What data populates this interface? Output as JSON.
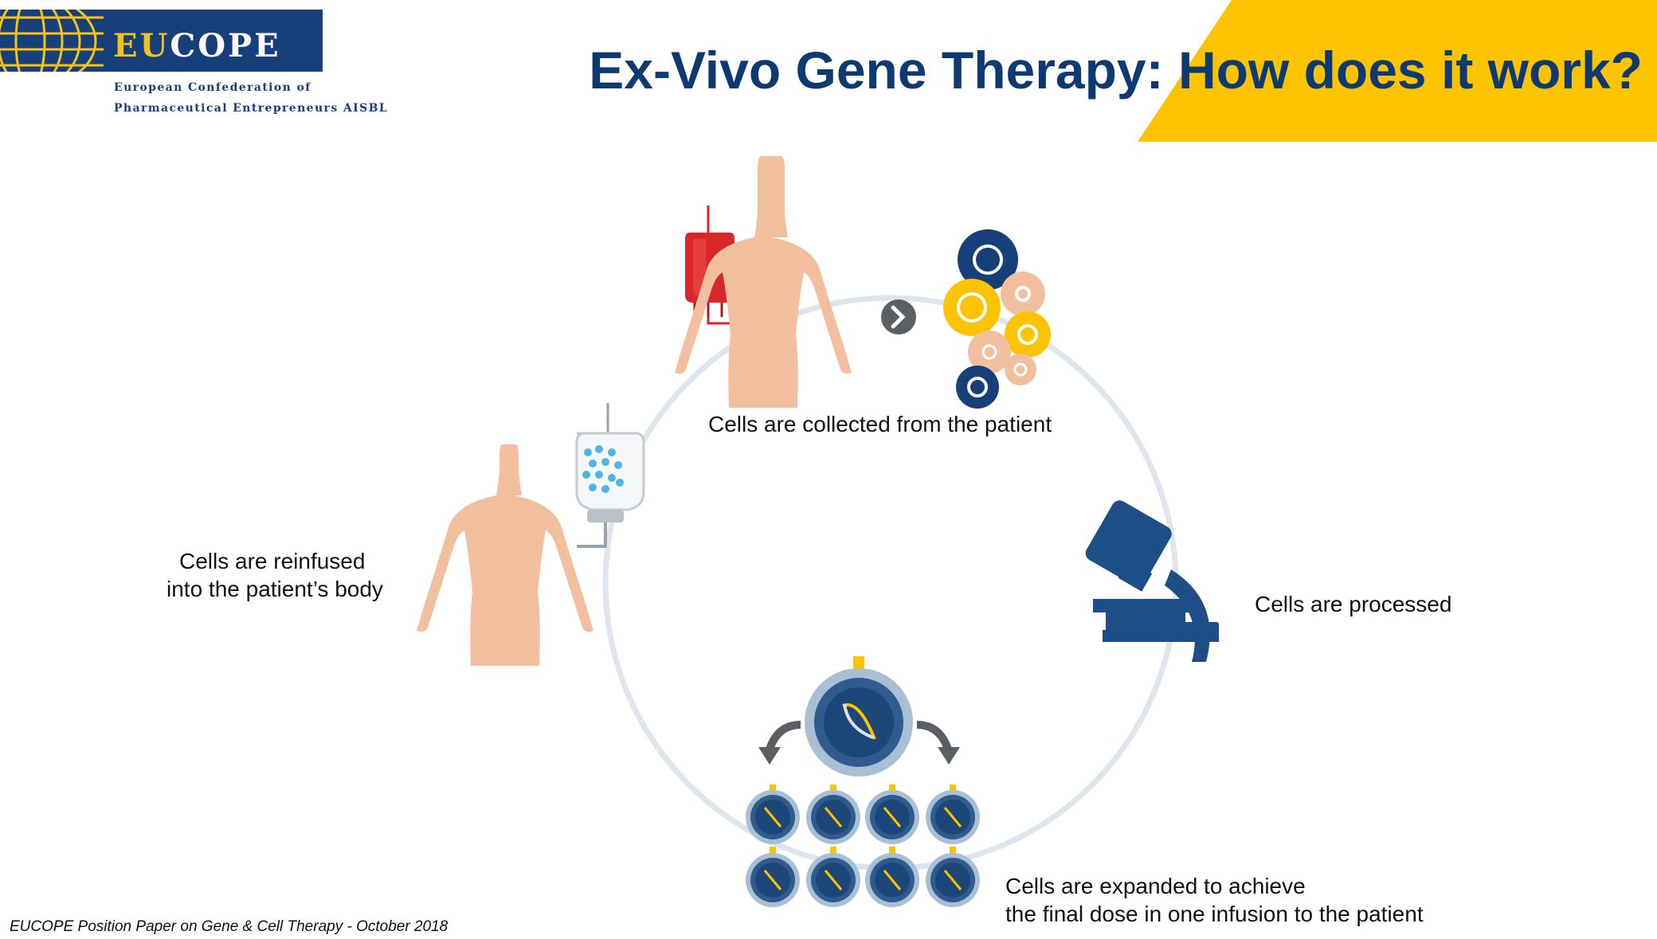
{
  "brand": {
    "name_highlight": "EU",
    "name_rest": "COPE",
    "subtitle_line1": "European Confederation of",
    "subtitle_line2": "Pharmaceutical Entrepreneurs AISBL"
  },
  "title": "Ex-Vivo Gene Therapy: How does it work?",
  "steps": [
    {
      "caption": "Cells are collected from the patient"
    },
    {
      "caption": "Cells are processed"
    },
    {
      "caption_line1": "Cells are expanded to achieve",
      "caption_line2": "the final dose in one infusion to the patient"
    },
    {
      "caption_line1": "Cells are reinfused",
      "caption_line2": "into the patient’s body"
    }
  ],
  "footer": "EUCOPE Position Paper on Gene & Cell Therapy - October 2018",
  "colors": {
    "navy": "#173f7a",
    "yellow": "#fbc300",
    "skin": "#f2c09e",
    "blood_red": "#d9262a",
    "cycle_ring": "#dfe5ec",
    "cell_blue": "#4fb6e3"
  }
}
